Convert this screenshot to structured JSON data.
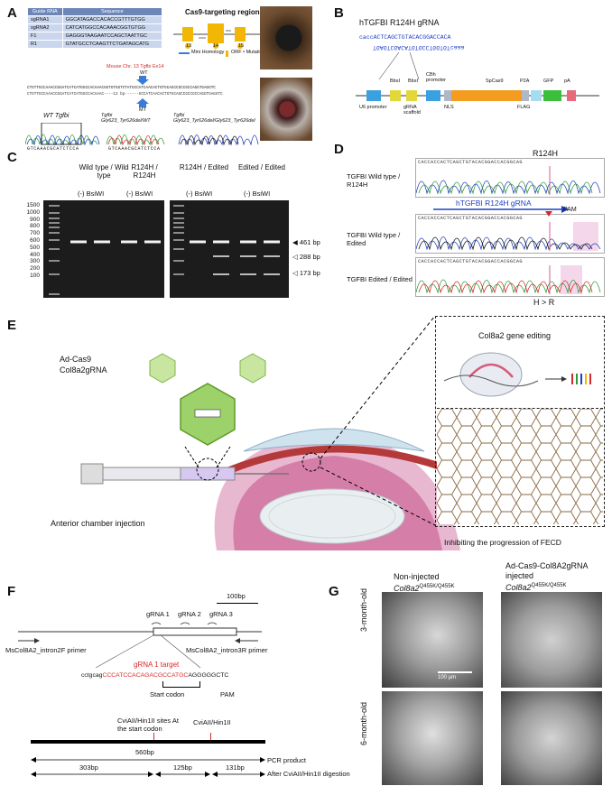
{
  "panels": {
    "A": {
      "label": "A",
      "title": "Cas9-targeting region",
      "table_header": [
        "Guide RNA",
        "Sequence"
      ],
      "table_rows": [
        [
          "sgRNA1",
          "GGCATAGACCACACCGTTTGTGG"
        ],
        [
          "sgRNA2",
          "CATCATGGCCACAAACGGTGTGG"
        ],
        [
          "F1",
          "GAGGGTAAGAATCCAGCTAATTGC"
        ],
        [
          "R1",
          "GTATGCCTCAAGTTCTGATAGCATG"
        ]
      ],
      "exons": [
        "13",
        "14",
        "15"
      ],
      "legend_homology": "Mini Homology",
      "legend_orf": "ORF • Mutations",
      "mouse_label": "Mouse Chr. 13 Tgfbi Ex14",
      "wt_label": "WT",
      "mt_label": "MT",
      "seq_wt": "CTGTTGCCAAACCGGATCATCATGGCCACAAACGGTGTGGTCTATGCCATCAACACTGTGCAGCCGCCGCCAGGTGAGGTC",
      "seq_mt": "CTGTTGCCAAACCGGATCATCATGGCCACAAAC----12 bp------GCCATCAACACTGTGCAGCCGCCGCCAGGTGAGGTC",
      "chromatogram_labels": [
        "WT Tgfbi",
        "Tgfbi Gly623_Tyr626del/WT",
        "Tgfbi Gly623_Tyr626del/Gly623_Tyr626del"
      ],
      "chrom_seq": "GTCAAACGCATCTCCA"
    },
    "B": {
      "label": "B",
      "title": "hTGFBI R124H gRNA",
      "seq_top": "caccACTCAGCTGTACACGGACCACA",
      "seq_bottom": "TGAGTCGACATGTGCCTGGTGTcaaa",
      "elements": [
        "BbsI",
        "BbsI",
        "CBh promoter",
        "SpCas9",
        "P2A",
        "GFP",
        "pA",
        "U6 promoter",
        "gRNA scaffold",
        "NLS",
        "FLAG"
      ]
    },
    "C": {
      "label": "C",
      "lane_groups": [
        "Wild type / Wild type",
        "R124H / R124H",
        "R124H / Edited",
        "Edited / Edited"
      ],
      "enzyme": "(-) BsiWI",
      "ladder": [
        "1500",
        "1000",
        "900",
        "800",
        "700",
        "600",
        "500",
        "400",
        "300",
        "200",
        "100"
      ],
      "bands": [
        "461 bp",
        "288 bp",
        "173 bp"
      ]
    },
    "D": {
      "label": "D",
      "mutation": "R124H",
      "rows": [
        "TGFBI Wild type / R124H",
        "TGFBI Wild type / Edited",
        "TGFBI Edited / Edited"
      ],
      "grna_label": "hTGFBI R124H gRNA",
      "pam": "PAM",
      "seq": "CACCACCACTCAGCTGTACACGGACCACGGCAG",
      "change": [
        "H",
        ">",
        "R"
      ]
    },
    "E": {
      "label": "E",
      "vector": "Ad-Cas9",
      "grna": "Col8a2gRNA",
      "editing_title": "Col8a2 gene editing",
      "injection": "Anterior chamber injection",
      "outcome": "Inhibiting the progression of FECD"
    },
    "F": {
      "label": "F",
      "scale": "100bp",
      "grnas": [
        "gRNA 1",
        "gRNA 2",
        "gRNA 3"
      ],
      "primer_left": "MsCol8A2_intron2F primer",
      "primer_right": "MsCol8A2_intron3R primer",
      "target_label": "gRNA 1 target",
      "target_seq_prefix": "cctgcag",
      "target_seq": "CCCATCCACAGACGCCATGC",
      "target_seq_suffix": "AGGGGGCTC",
      "start_codon": "Start codon",
      "pam": "PAM",
      "site1": "CviAII/Hin1II sites At the start codon",
      "site2": "CviAII/Hin1II",
      "product_len": "560bp",
      "product_label": "PCR product",
      "digest_lens": [
        "303bp",
        "125bp",
        "131bp"
      ],
      "digest_label": "After CviAII/Hin1II digestion"
    },
    "G": {
      "label": "G",
      "col1": "Non-injected",
      "col1_gene": "Col8a2",
      "col1_sup": "Q455K/Q455K",
      "col2": "Ad-Cas9-Col8A2gRNA injected",
      "col2_gene": "Col8a2",
      "col2_sup": "Q455K/Q455K",
      "rows": [
        "3-month-old",
        "6-month-old"
      ],
      "scalebar": "100 µm"
    }
  }
}
